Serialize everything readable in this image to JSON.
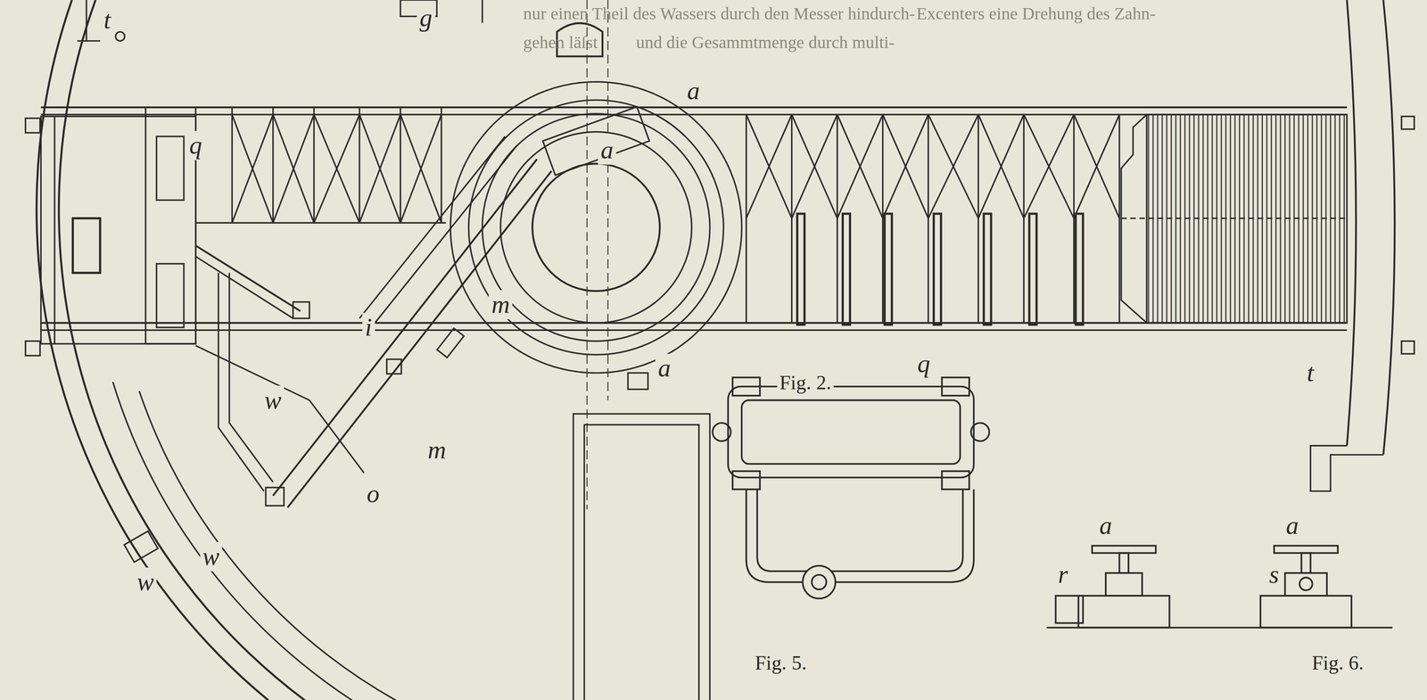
{
  "diagram": {
    "labels": [
      "nur einen Theil des Wassers durch den Messer hindurch-",
      "gehen läſst",
      "und die Gesammtmenge durch multi-",
      "Excenters eine Drehung des Zahn-",
      "t",
      "g",
      "q",
      "a",
      "a",
      "m",
      "i",
      "w",
      "m",
      "o",
      "w",
      "w",
      "a",
      "t",
      "Fig. 2.",
      "q",
      "Fig. 5.",
      "a",
      "r",
      "a",
      "s",
      "Fig. 6."
    ]
  }
}
